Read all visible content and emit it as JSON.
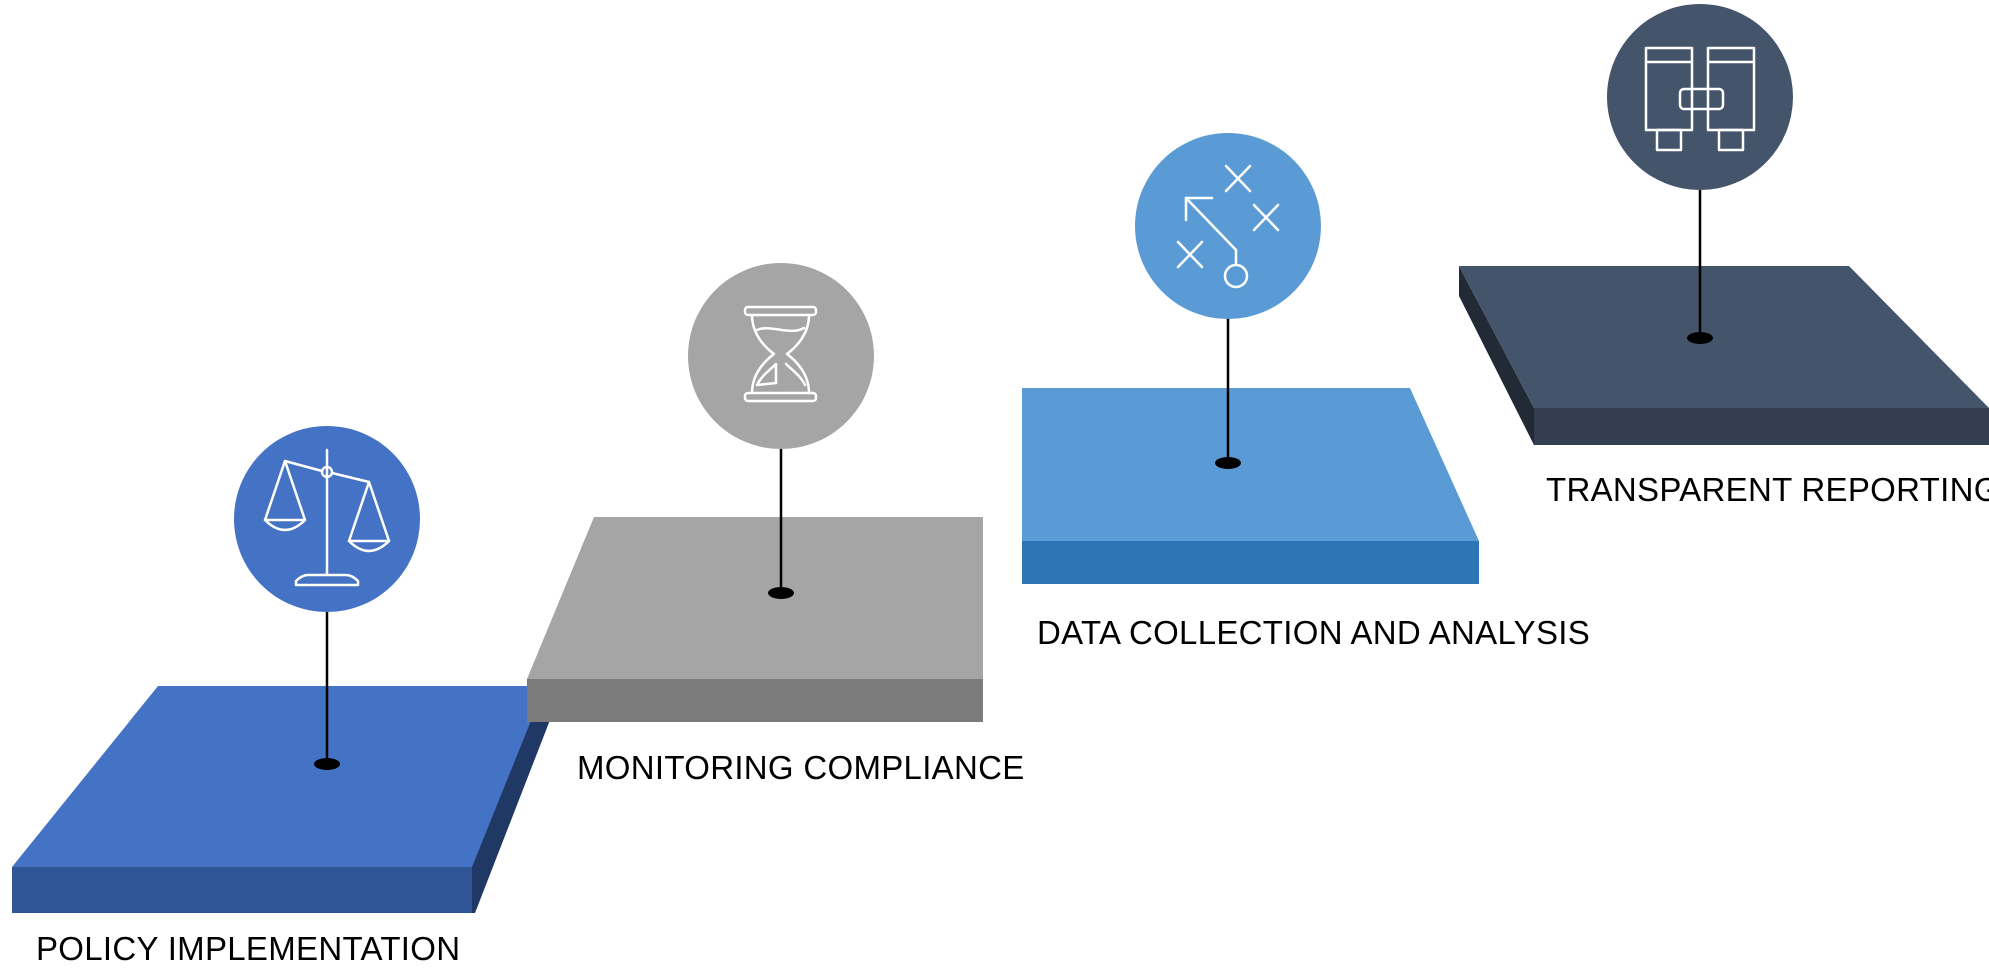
{
  "colors": {
    "step1": {
      "top": "#4472C4",
      "front": "#2F5597",
      "side": "#1F3864"
    },
    "step2": {
      "top": "#A5A5A5",
      "front": "#7B7B7B",
      "side": "#7B7B7B"
    },
    "step3": {
      "top": "#5B9BD5",
      "front": "#2E75B6",
      "side": "#2E75B6"
    },
    "step4": {
      "top": "#44546A",
      "front": "#333F50",
      "side": "#222A35"
    },
    "icon_stroke": "#FFFFFF",
    "pin": "#000000"
  },
  "steps": [
    {
      "label": "POLICY IMPLEMENTATION",
      "icon": "balance-scale-icon",
      "circle_color": "#4472C4"
    },
    {
      "label": "MONITORING COMPLIANCE",
      "icon": "hourglass-icon",
      "circle_color": "#A5A5A5"
    },
    {
      "label": "DATA COLLECTION AND ANALYSIS",
      "icon": "strategy-play-icon",
      "circle_color": "#5B9BD5"
    },
    {
      "label": "TRANSPARENT REPORTING",
      "icon": "binoculars-icon",
      "circle_color": "#44546A"
    }
  ]
}
